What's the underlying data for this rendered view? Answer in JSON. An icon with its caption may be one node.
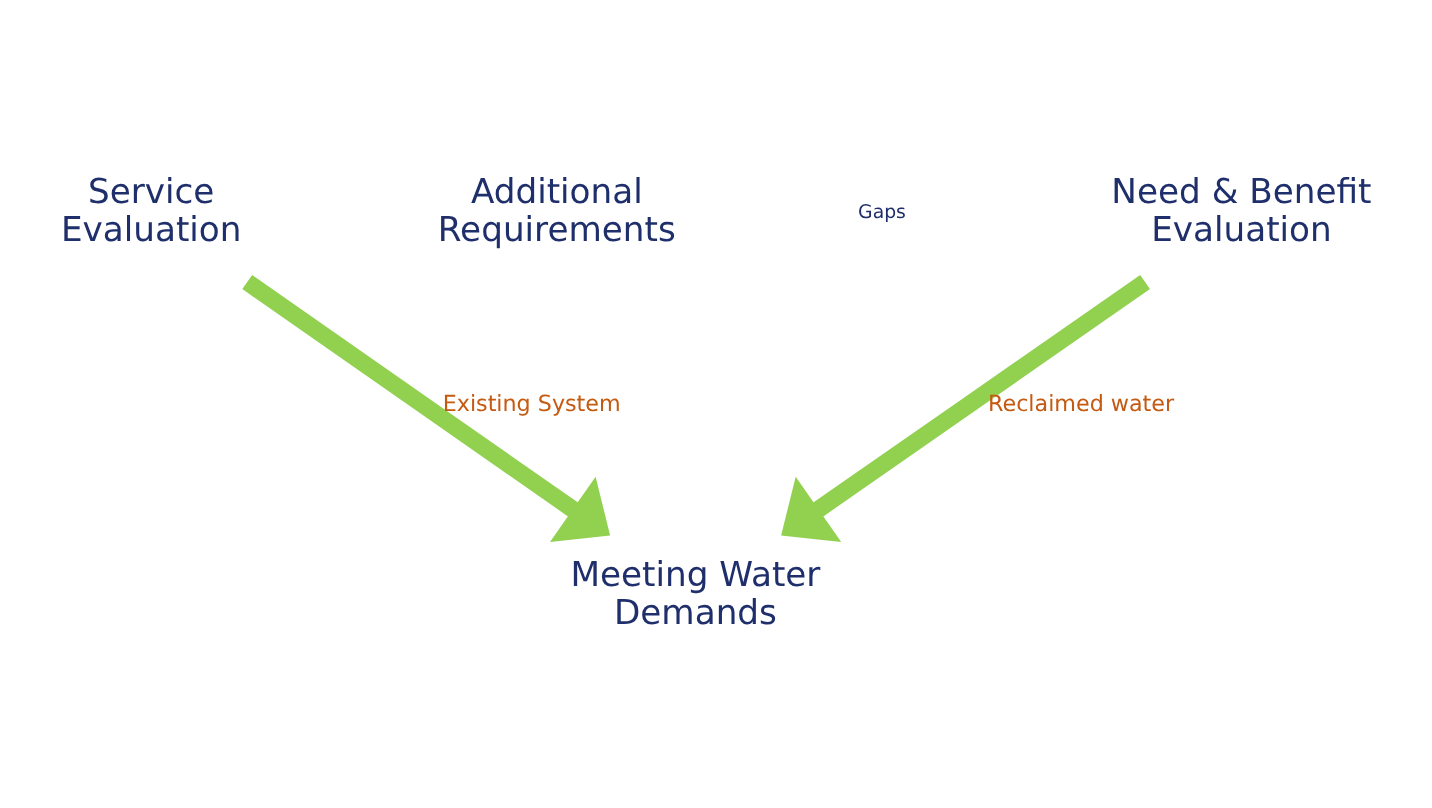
{
  "diagram": {
    "nodes": [
      {
        "text": [
          "Service Evaluation"
        ]
      },
      {
        "text": [
          "Need & Benefit Evaluation"
        ]
      },
      {
        "text": [
          "Meeting Water Demands"
        ]
      }
    ],
    "edges": [
      {
        "from": 0,
        "to": 2,
        "arrow": "to",
        "label": "Existing System",
        "color": "#92d050"
      },
      {
        "from": 1,
        "to": 2,
        "arrow": "to",
        "label": "Reclaimed water",
        "color": "#92d050"
      }
    ],
    "labels": [
      "Additional Requirements",
      "Gaps"
    ]
  }
}
